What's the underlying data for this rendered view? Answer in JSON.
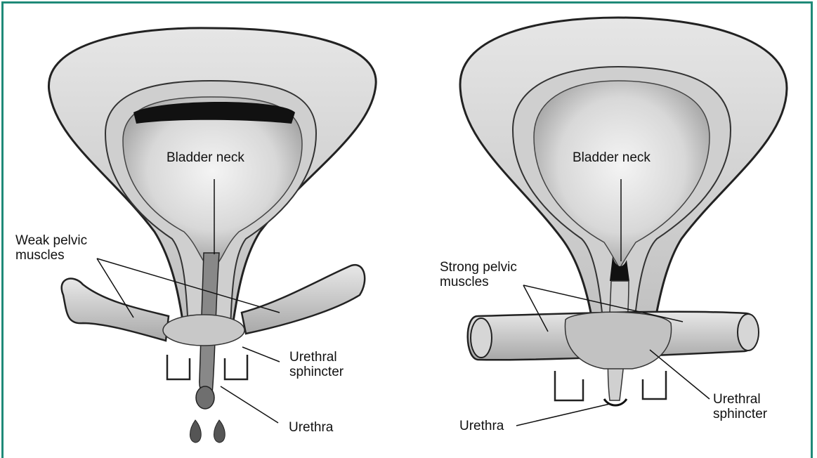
{
  "colors": {
    "border": "#1f8a78",
    "ink": "#111111"
  },
  "left_figure": {
    "labels": {
      "bladder_neck": "Bladder neck",
      "pelvic_muscles_line1": "Weak pelvic",
      "pelvic_muscles_line2": "muscles",
      "sphincter_line1": "Urethral",
      "sphincter_line2": "sphincter",
      "urethra": "Urethra"
    }
  },
  "right_figure": {
    "labels": {
      "bladder_neck": "Bladder neck",
      "pelvic_muscles_line1": "Strong pelvic",
      "pelvic_muscles_line2": "muscles",
      "sphincter_line1": "Urethral",
      "sphincter_line2": "sphincter",
      "urethra": "Urethra"
    }
  }
}
